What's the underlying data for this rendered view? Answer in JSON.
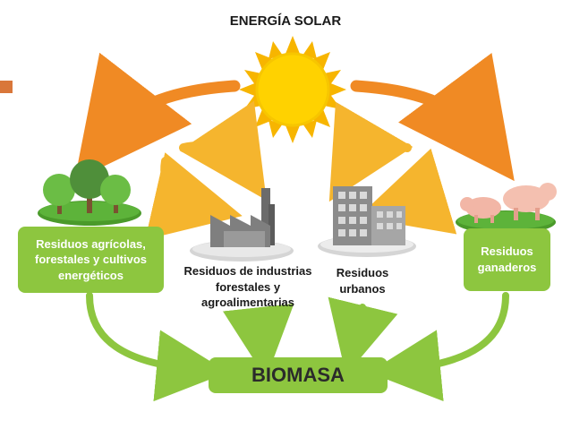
{
  "title": "ENERGÍA SOLAR",
  "sources": {
    "agricola": "Residuos agrícolas,\nforestales y cultivos\nenergéticos",
    "industria": "Residuos de industrias\nforestales y\nagroalimentarias",
    "urbanos": "Residuos\nurbanos",
    "ganaderos": "Residuos\nganaderos"
  },
  "target": "BIOMASA",
  "colors": {
    "sun": "#ffd200",
    "sun_rays": "#f7b500",
    "arrow_orange": "#f08a24",
    "arrow_yellow": "#f5b52e",
    "green": "#8dc63f",
    "corner_marker": "#d9773a"
  },
  "icons": [
    "sun-icon",
    "trees-icon",
    "factory-icon",
    "buildings-icon",
    "pigs-icon"
  ]
}
